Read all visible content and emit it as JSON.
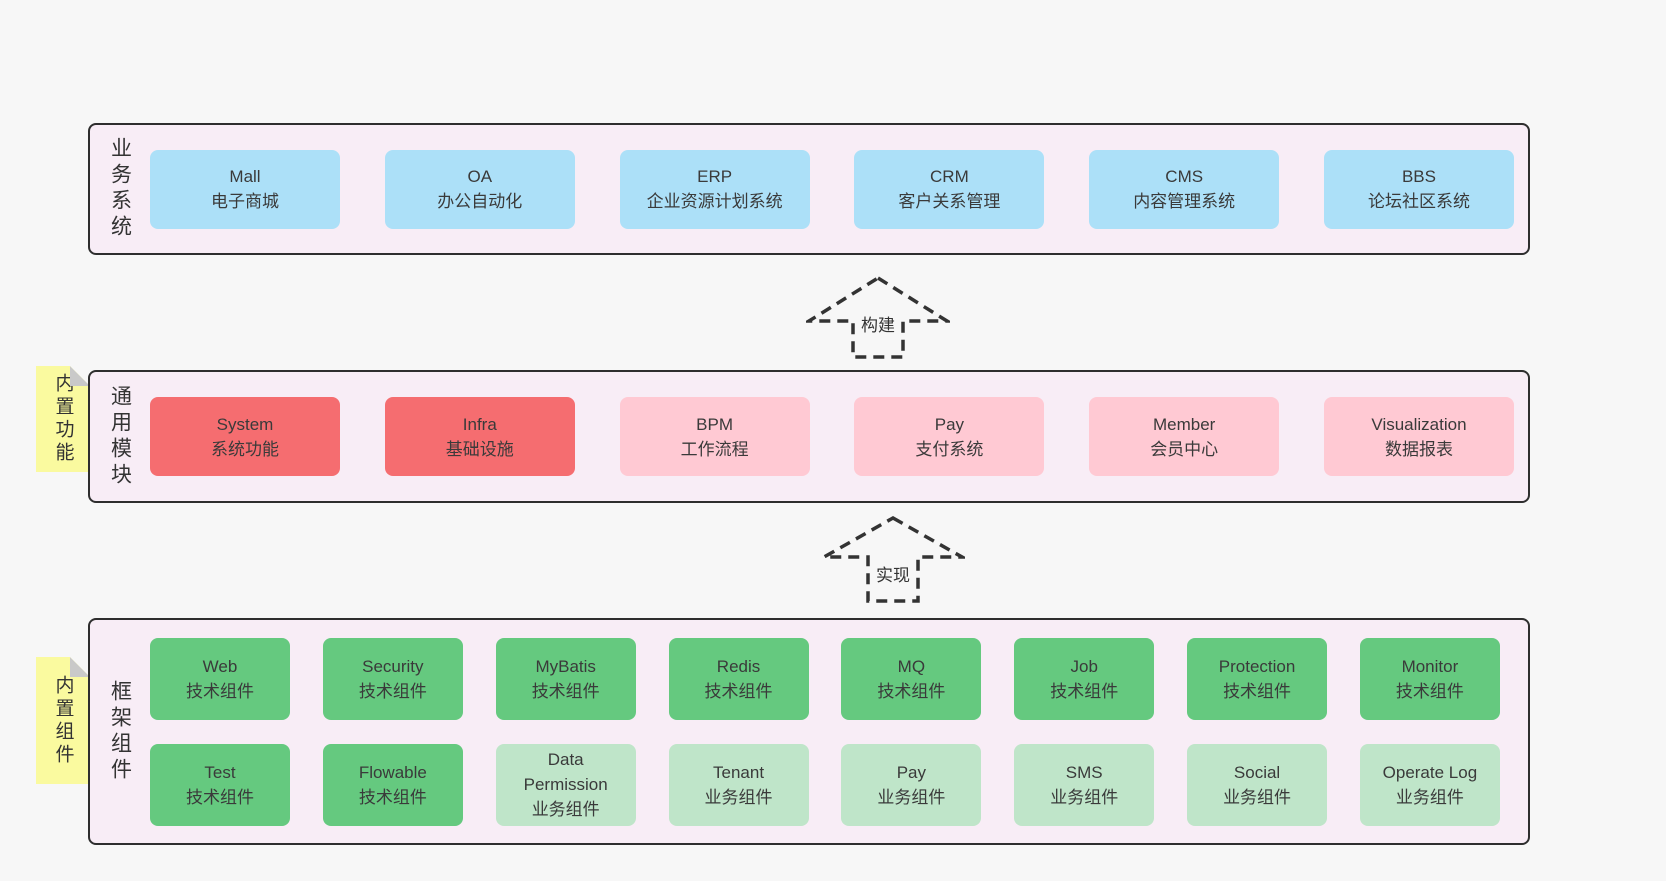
{
  "colors": {
    "page_bg": "#f7f7f7",
    "band_bg": "#f8edf6",
    "band_border": "#2e2e2e",
    "blue_box": "#ace0f8",
    "red_box": "#f56d70",
    "pink_box": "#ffc9d3",
    "green_box": "#65c97f",
    "light_green_box": "#bfe5c9",
    "note_bg": "#fafa9f",
    "text": "#3a3a3a"
  },
  "arrows": [
    {
      "label": "构建",
      "direction": "up"
    },
    {
      "label": "实现",
      "direction": "up"
    }
  ],
  "bands": {
    "business": {
      "label": "业务系统",
      "boxes": [
        {
          "title": "Mall",
          "subtitle": "电子商城"
        },
        {
          "title": "OA",
          "subtitle": "办公自动化"
        },
        {
          "title": "ERP",
          "subtitle": "企业资源计划系统"
        },
        {
          "title": "CRM",
          "subtitle": "客户关系管理"
        },
        {
          "title": "CMS",
          "subtitle": "内容管理系统"
        },
        {
          "title": "BBS",
          "subtitle": "论坛社区系统"
        }
      ]
    },
    "modules": {
      "label": "通用模块",
      "note": "内置功能",
      "boxes": [
        {
          "title": "System",
          "subtitle": "系统功能"
        },
        {
          "title": "Infra",
          "subtitle": "基础设施"
        },
        {
          "title": "BPM",
          "subtitle": "工作流程"
        },
        {
          "title": "Pay",
          "subtitle": "支付系统"
        },
        {
          "title": "Member",
          "subtitle": "会员中心"
        },
        {
          "title": "Visualization",
          "subtitle": "数据报表"
        }
      ]
    },
    "components": {
      "label": "框架组件",
      "note": "内置组件",
      "rows": [
        [
          {
            "title": "Web",
            "subtitle": "技术组件"
          },
          {
            "title": "Security",
            "subtitle": "技术组件"
          },
          {
            "title": "MyBatis",
            "subtitle": "技术组件"
          },
          {
            "title": "Redis",
            "subtitle": "技术组件"
          },
          {
            "title": "MQ",
            "subtitle": "技术组件"
          },
          {
            "title": "Job",
            "subtitle": "技术组件"
          },
          {
            "title": "Protection",
            "subtitle": "技术组件"
          },
          {
            "title": "Monitor",
            "subtitle": "技术组件"
          }
        ],
        [
          {
            "title": "Test",
            "subtitle": "技术组件"
          },
          {
            "title": "Flowable",
            "subtitle": "技术组件"
          },
          {
            "title": "Data Permission",
            "subtitle": "业务组件"
          },
          {
            "title": "Tenant",
            "subtitle": "业务组件"
          },
          {
            "title": "Pay",
            "subtitle": "业务组件"
          },
          {
            "title": "SMS",
            "subtitle": "业务组件"
          },
          {
            "title": "Social",
            "subtitle": "业务组件"
          },
          {
            "title": "Operate Log",
            "subtitle": "业务组件"
          }
        ]
      ]
    }
  }
}
